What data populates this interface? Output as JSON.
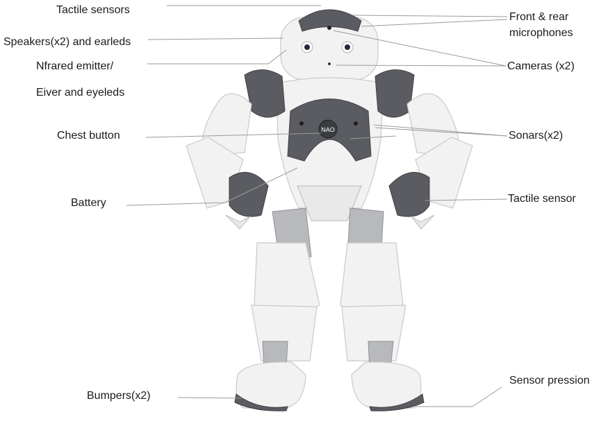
{
  "labels": {
    "tactile_sensors": "Tactile sensors",
    "speakers": "Speakers(x2) and earleds",
    "nfrared": "Nfrared emitter/",
    "eiver": "Eiver and eyeleds",
    "chest_button": "Chest button",
    "battery": "Battery",
    "bumpers": "Bumpers(x2)",
    "front_rear_mic_1": "Front & rear",
    "front_rear_mic_2": "microphones",
    "cameras": "Cameras (x2)",
    "sonars": "Sonars(x2)",
    "tactile_sensor": "Tactile sensor",
    "sensor_pression": "Sensor pression"
  },
  "robot": {
    "chest_logo": "NAO"
  },
  "colors": {
    "shell_white": "#f2f2f2",
    "trim_grey": "#5a5c61",
    "leader_line": "#9a9a9a"
  }
}
